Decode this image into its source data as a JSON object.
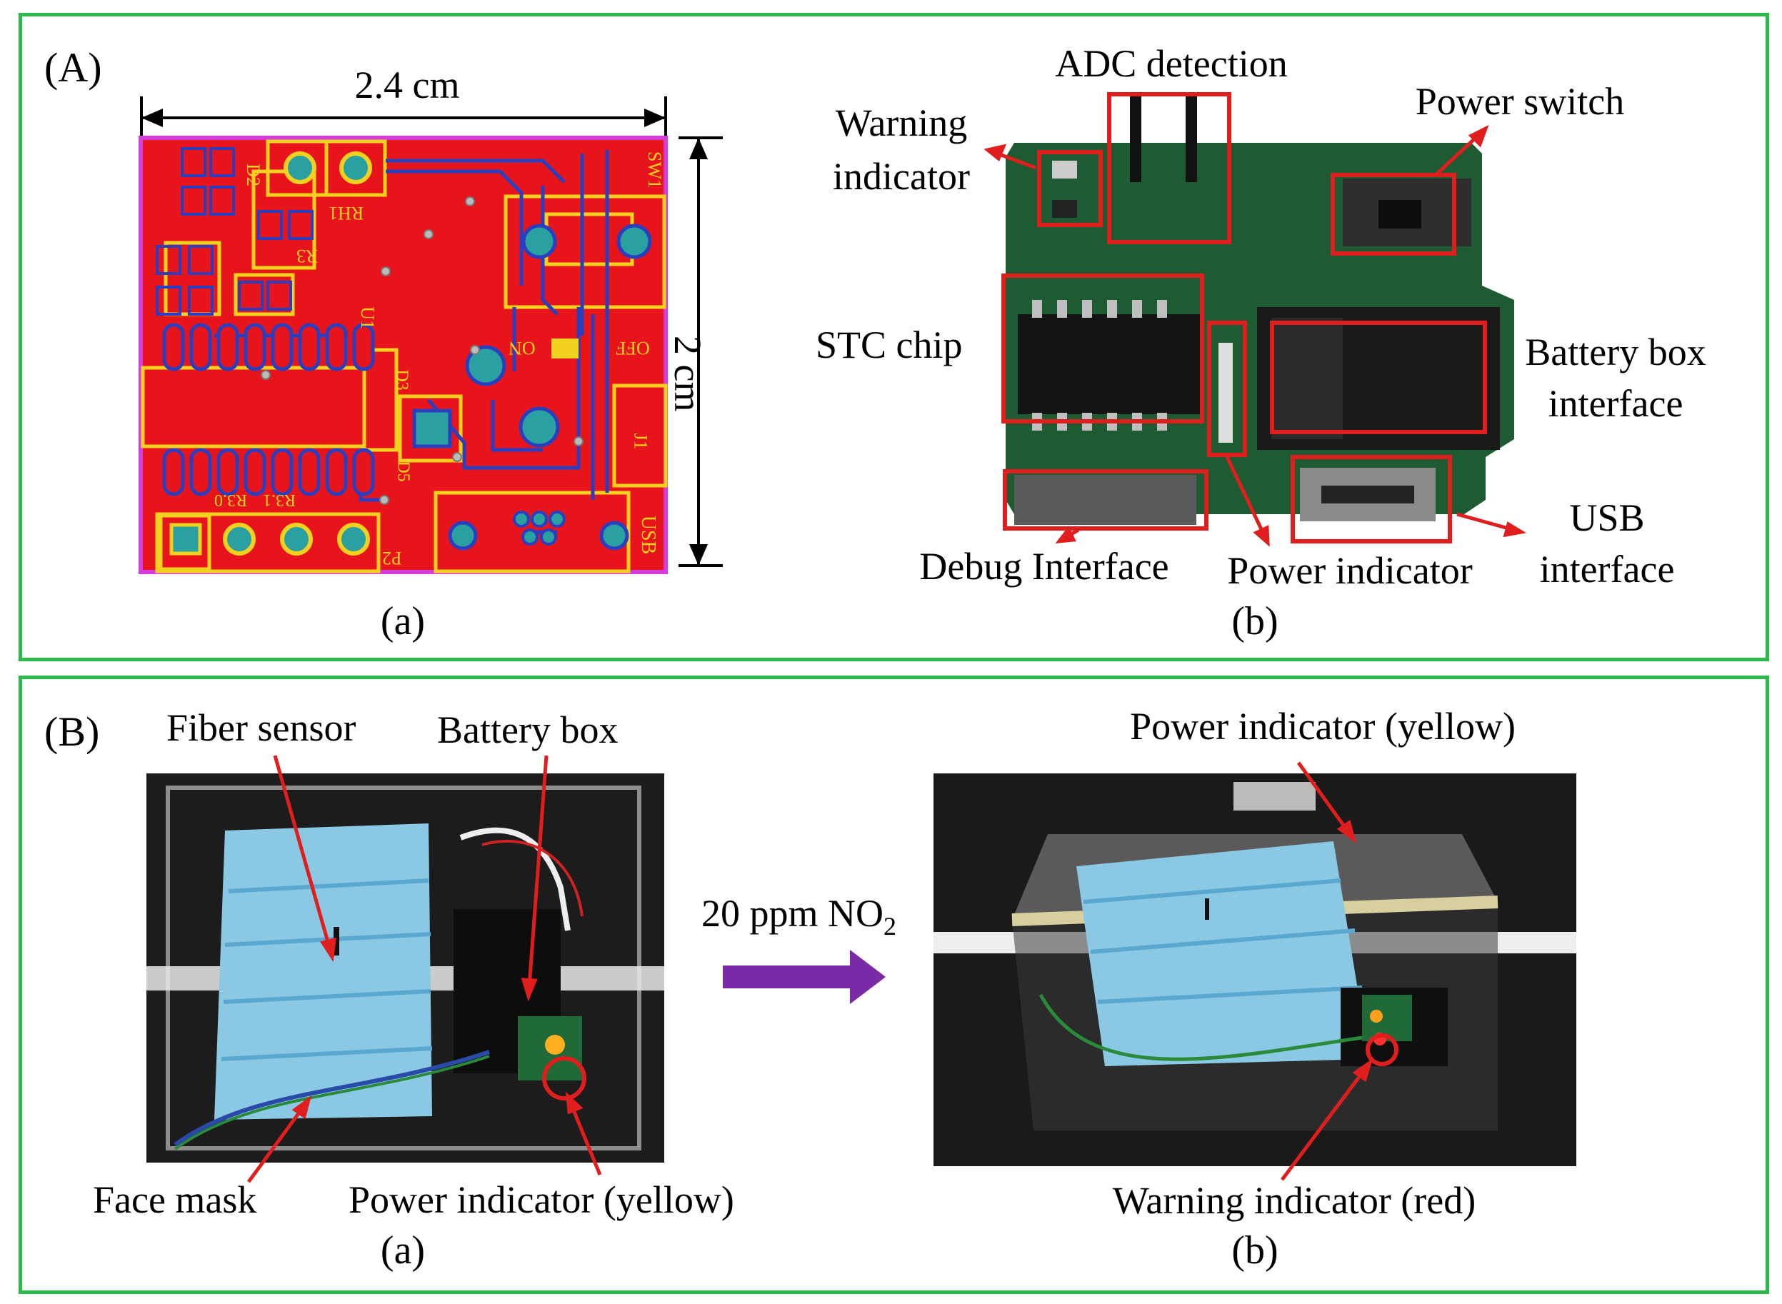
{
  "panelA": {
    "tag": "(A)",
    "pcb": {
      "width_dim": "2.4 cm",
      "height_dim": "2 cm",
      "silk": [
        "D2",
        "RH1",
        "SW1",
        "R3",
        "U1",
        "ON",
        "OFF",
        "D3",
        "D5",
        "J1",
        "R3.0",
        "R3.1",
        "P2",
        "USB"
      ]
    },
    "sub_a": "(a)",
    "sub_b": "(b)",
    "callouts": {
      "adc": "ADC detection",
      "warning_1": "Warning",
      "warning_2": "indicator",
      "power_switch": "Power switch",
      "stc": "STC chip",
      "battery_1": "Battery box",
      "battery_2": "interface",
      "usb_1": "USB",
      "usb_2": "interface",
      "debug": "Debug Interface",
      "power_ind": "Power indicator"
    }
  },
  "panelB": {
    "tag": "(B)",
    "left": {
      "fiber": "Fiber sensor",
      "battery": "Battery box",
      "mask": "Face mask",
      "power": "Power indicator (yellow)",
      "sub": "(a)"
    },
    "arrow_label_main": "20 ppm NO",
    "arrow_label_sub": "2",
    "right": {
      "power": "Power indicator (yellow)",
      "warning": "Warning indicator (red)",
      "sub": "(b)"
    }
  },
  "colors": {
    "border": "#2db84a",
    "pcb_red": "#e8141c",
    "pcb_yellow": "#f2d21e",
    "trace_blue": "#2a3fbf",
    "callout_red": "#e01e1e",
    "arrow_purple": "#7a2aa6",
    "board_green": "#1e5a32"
  }
}
